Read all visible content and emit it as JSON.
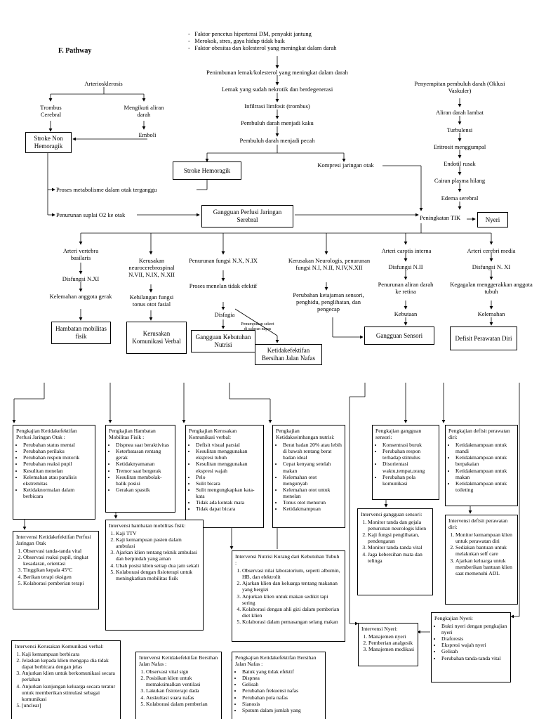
{
  "section_title": "F.   Pathway",
  "top_causes": [
    "Faktor pencetus hipertensi DM, penyakit jantung",
    "Merokok, stres, gaya hidup tidak baik",
    "Faktor obesitas dan kolesterol yang meningkat dalam darah"
  ],
  "center_chain": [
    "Penimbunan lemak/kolesterol yang meningkat dalam darah",
    "Lemak yang sudah nekrotik dan berdegenerasi",
    "Infiltrasi limfosit (trombus)",
    "Pembuluh darah menjadi kaku",
    "Pembuluh darah menjadi pecah"
  ],
  "left_chain": {
    "arteriosklerosis": "Arteriosklerosis",
    "trombus": "Trombus Cerebral",
    "mengikuti": "Mengikuti aliran darah",
    "emboli": "Emboli",
    "stroke_non": "Stroke Non Hemoragik"
  },
  "stroke_hemoragik": "Stroke Hemoragik",
  "kompresi": "Kompresi jaringan otak",
  "right_chain": [
    "Penyempitan pembuluh darah (Oklusi Vaskuler)",
    "Aliran darah lambat",
    "Turbulensi",
    "Eritrosit menggumpal",
    "Endotil rusak",
    "Cairan plasma hilang",
    "Edema serebral"
  ],
  "proses_metabolisme": "Proses metabolisme dalam otak terganggu",
  "penurunan_suplai": "Penurunan suplai O2 ke otak",
  "gangguan_perfusi": "Gangguan Perfusi Jaringan Serebral",
  "peningkatan_tik": "Peningkatan TIK",
  "nyeri": "Nyeri",
  "branches": {
    "b1": [
      "Arteri vertebra basilaris",
      "Disfungsi N.XI",
      "Kelemahan anggota gerak"
    ],
    "b2": [
      "Kerusakan neurocerebrospinal N.VII, N.IX, N.XII",
      "Kehilangan fungsi tonus otot fasial"
    ],
    "b3": [
      "Penurunan fungsi N.X, N.IX",
      "Proses menelan tidak efektif",
      "Disfagia"
    ],
    "b3_small": "Penumpukan sekret di saluran napas",
    "b4": [
      "Kerusakan Neurologis, penurunan fungsi N.I, N.II, N.IV,N.XII",
      "Perubahan ketajaman sensori, penghidu, penglihatan, dan pengecap"
    ],
    "b5": [
      "Arteri carotis interna",
      "Disfungsi N.II",
      "Penurunan aliran darah ke retina",
      "Kebutaan"
    ],
    "b6": [
      "Arteri cerebri media",
      "Disfungsi N. XI",
      "Kegagalan menggerakkan anggota tubuh",
      "Kelemahan"
    ]
  },
  "diagnoses": {
    "hambatan": "Hambatan mobilitas fisik",
    "komunikasi": "Kerusakan Komunikasi Verbal",
    "nutrisi": "Gangguan Kebutuhan Nutrisi",
    "jalan_nafas": "Ketidakefektifan Bersihan Jalan Nafas",
    "sensori": "Gangguan Sensori",
    "defisit": "Defisit Perawatan Diri"
  },
  "panels": {
    "p1": {
      "title": "Pengkajian Ketidakefektifan Perfusi Jaringan Otak :",
      "items": [
        "Perubahan status mental",
        "Perubahan perilaku",
        "Perubahan respon motorik",
        "Perubahan reaksi pupil",
        "Kesulitan menelan",
        "Kelemahan atau paralisis ekstremitas",
        "Ketidaknormalan dalam berbicara"
      ]
    },
    "p2": {
      "title": "Pengkajian Hambatan Mobilitas Fisik :",
      "items": [
        "Dispnea saat beraktivitas",
        "Keterbatasan rentang gerak",
        "Ketidaknyamanan",
        "Tremor saat bergerak",
        "Kesulitan membolak-balik posisi",
        "Gerakan spastik"
      ]
    },
    "p3": {
      "title": "Pengkajian Kerusakan Komunikasi verbal:",
      "items": [
        "Defisit visual parsial",
        "Kesulitan menggunakan ekspresi tubuh",
        "Kesulitan menggunakan ekspresi wajah",
        "Pelo",
        "Sulit bicara",
        "Sulit mengungkapkan kata-kata",
        "Tidak ada kontak mata",
        "Tidak dapat bicara"
      ]
    },
    "p4": {
      "title": "Pengkajian Ketidakseimbangan nutrisi:",
      "items": [
        "Berat badan 20% atau lebih di bawah rentang berat badan ideal",
        "Cepat kenyang setelah makan",
        "Kelemahan otot mengunyah",
        "Kelemahan otot untuk menelan",
        "Tonus otot menurun",
        "Ketidakmampuan"
      ]
    },
    "p5": {
      "title": "Pengkajian gangguan sensori:",
      "items": [
        "Konsentrasi buruk",
        "Perubahan respon terhadap stimulus",
        "Disorientasi waktu,tempat,orang",
        "Perubahan pola komunikasi"
      ]
    },
    "p6": {
      "title": "Pengkajian defisit perawatan diri:",
      "items": [
        "Ketidakmampuan untuk mandi",
        "Ketidakmampuan untuk berpakaian",
        "Ketidakmampuan untuk makan",
        "Ketidakmampuan untuk toileting"
      ]
    },
    "i1": {
      "title": "Intervensi Ketidakefektifan Perfusi Jaringan Otak",
      "items": [
        "Observasi tanda-tanda vital",
        "Observasi reaksi pupil, tingkat kesadaran, orientasi",
        "Tinggikan kepala 45°C",
        "Berikan terapi oksigen",
        "Kolaborasi pemberian terapi"
      ]
    },
    "i2": {
      "title": "Intervensi hambatan mobilitas fisik:",
      "items": [
        "Kaji TTV",
        "Kaji kemampuan pasien dalam ambulasi",
        "Ajarkan klien tentang teknik ambulasi dan berpindah yang aman",
        "Ubah posisi klien setiap dua jam sekali",
        "Kolaborasi dengan fisioterapi untuk meningkatkan mobilitas fisik"
      ]
    },
    "i3": {
      "title": "Intervensi Nutrisi Kurang dari Kebutuhan Tubuh :",
      "items": [
        "Observasi nilai laboratorium, seperti albumin, HB, dan elektrolit",
        "Ajarkan klien dan keluarga tentang makanan yang bergizi",
        "Anjurkan klien untuk makan sedikit tapi sering",
        "Kolaborasi dengan ahli gizi dalam pemberian diet klien",
        "Kolaborasi dalam pemasangan selang makan"
      ]
    },
    "i4": {
      "title": "Intervensi gangguan sensori:",
      "items": [
        "Monitor tanda dan gejala penurunan neurologis klien",
        "Kaji fungsi penglihatan, pendengaran",
        "Monitor tanda-tanda vital",
        "Jaga kebersihan mata dan telinga"
      ]
    },
    "i5": {
      "title": "Intervensi defisit perawatan diri:",
      "items": [
        "Monitor kemampuan klien untuk perawatan diri",
        "Sediakan bantuan untuk melakukan self care",
        "Ajarkan keluarga untuk memberikan bantuan klien saat memenuhi ADL"
      ]
    },
    "k_nyeri": {
      "title": "Pengkajian Nyeri:",
      "items": [
        "Bukti nyeri dengan pengkajian nyeri",
        "Diaforesis",
        "Ekspresi wajah nyeri",
        "Gelisah",
        "Perubahan tanda-tanda vital"
      ]
    },
    "i_nyeri": {
      "title": "Intervensi Nyeri:",
      "items": [
        "Manajemen nyeri",
        "Pemberian analgesik",
        "Manajemen medikasi"
      ]
    },
    "i6": {
      "title": "Intervensi Kerusakan Komunikasi verbal:",
      "items": [
        "Kaji kemampuan berbicara",
        "Jelaskan kepada klien mengapa dia tidak dapat berbicara dengan jelas",
        "Anjurkan klien untuk berkomunikasi secara perlahan",
        "Anjurkan kunjungan keluarga secara teratur untuk memberikan stimulasi sebagai komunikasi",
        "[unclear]"
      ]
    },
    "i7": {
      "title": "Intervensi Ketidakefektifan Bersihan Jalan Nafas :",
      "items": [
        "Observasi vital sign",
        "Posisikan klien untuk memaksimalkan ventilasi",
        "Lakukan fisioterapi dada",
        "Auskultasi suara nafas",
        "Kolaborasi dalam pemberian"
      ]
    },
    "k7": {
      "title": "Pengkajian Ketidakefektifan Bersihan Jalan Nafas :",
      "items": [
        "Batuk yang tidak efektif",
        "Dispnea",
        "Gelisah",
        "Perubahan frekuensi nafas",
        "Perubahan pola nafas",
        "Sianosis",
        "Sputum dalam jumlah yang"
      ]
    }
  }
}
